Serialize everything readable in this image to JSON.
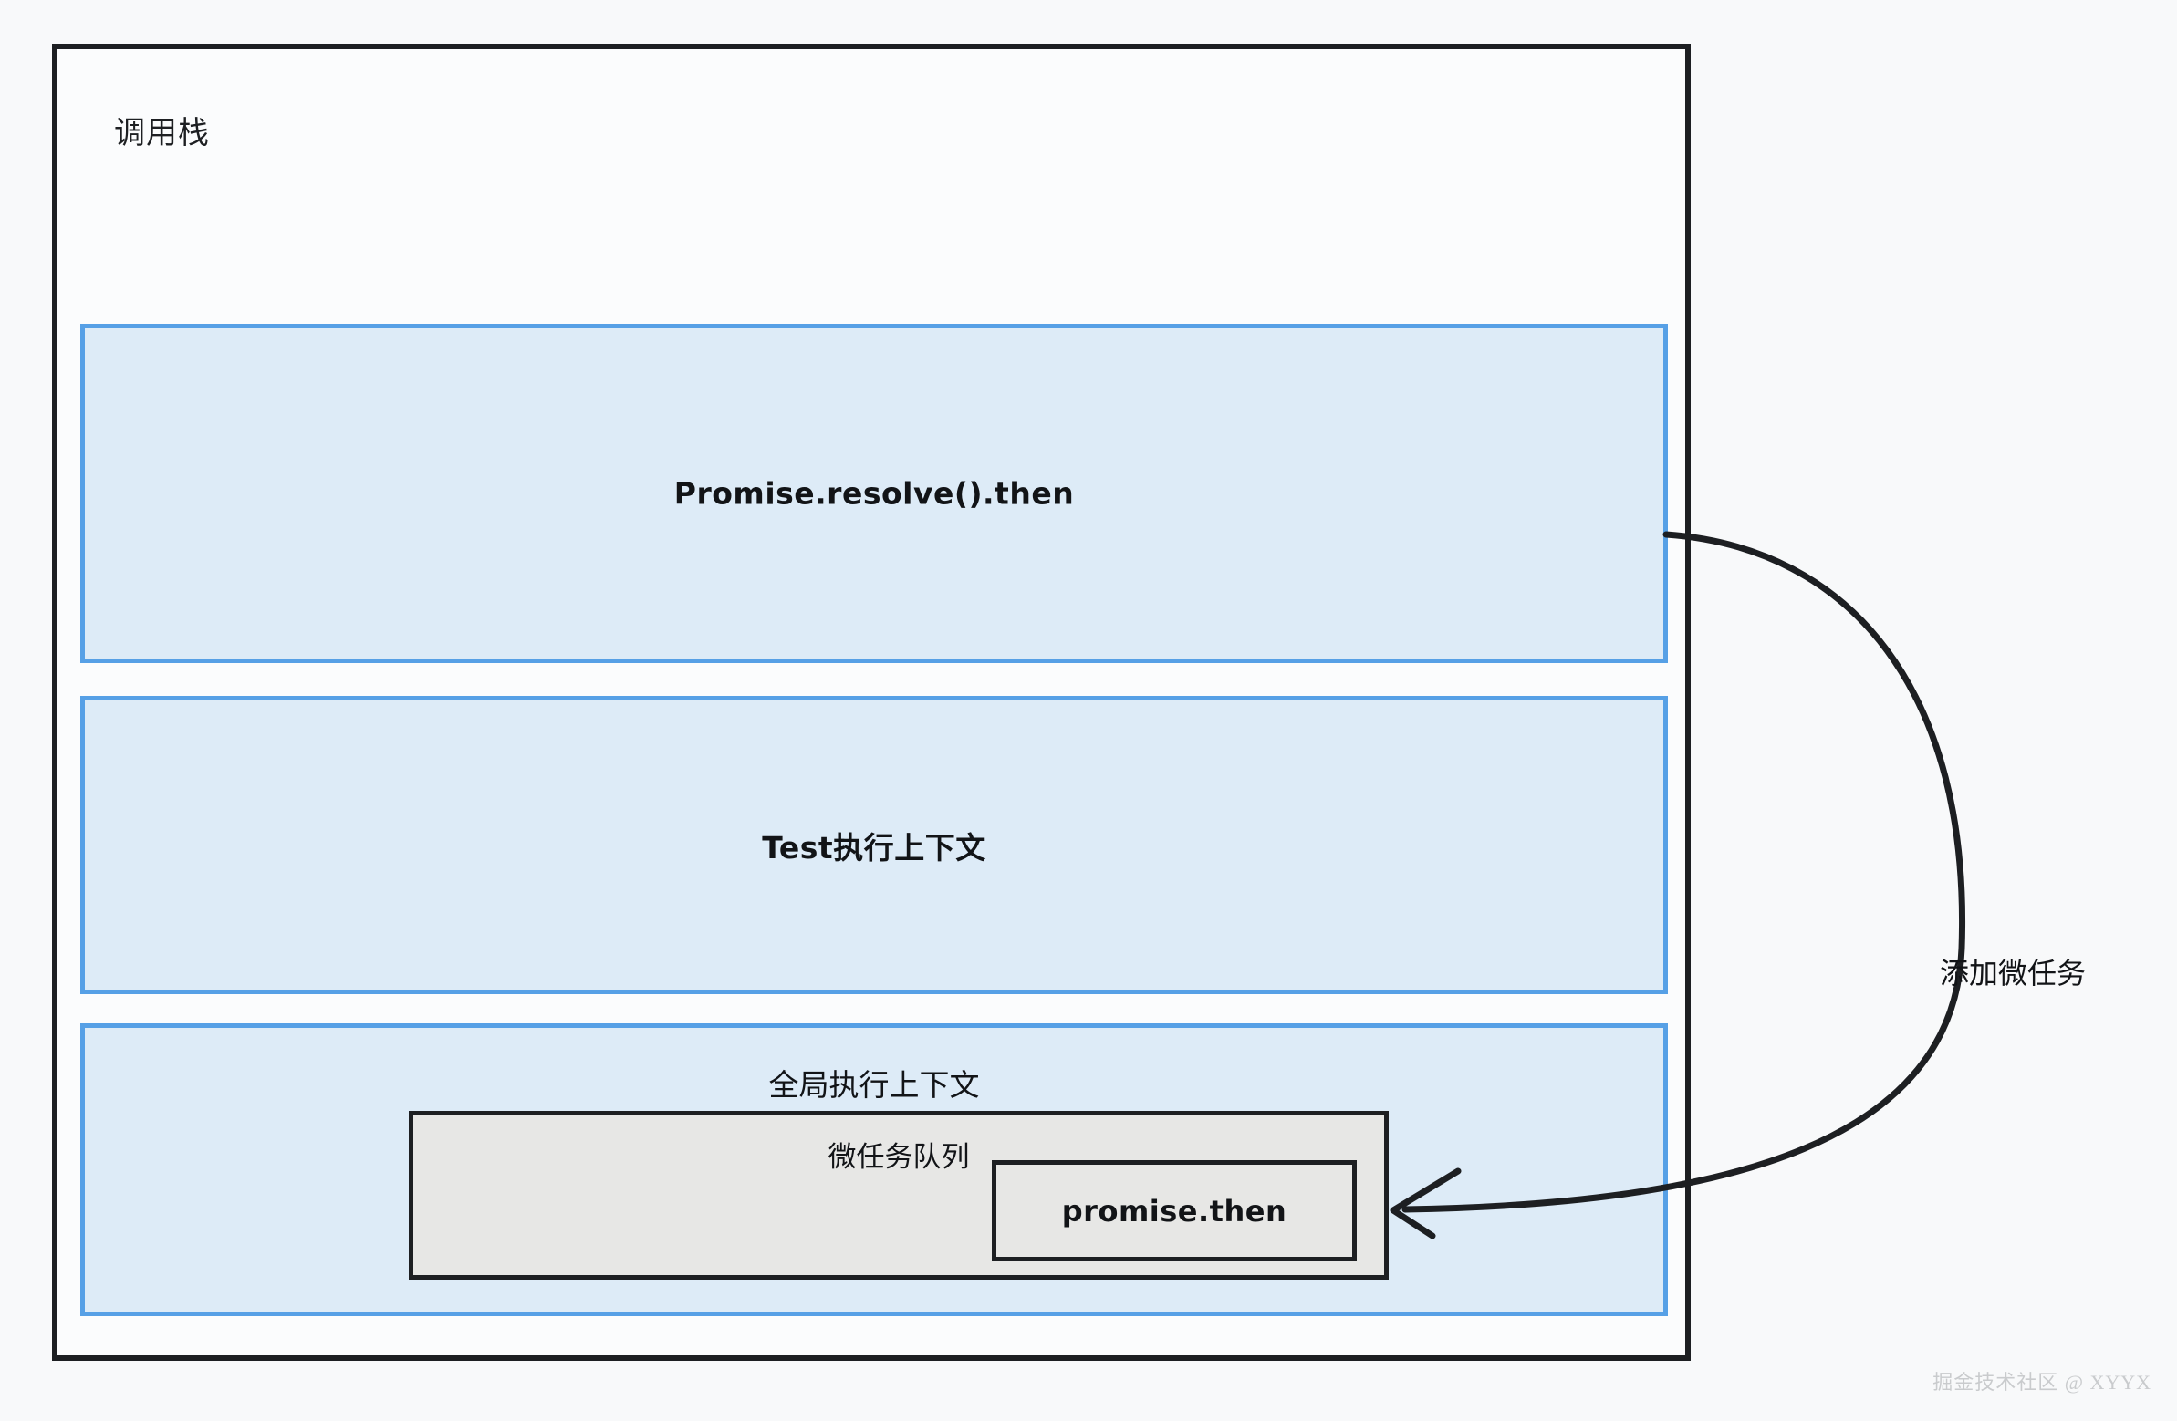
{
  "diagram": {
    "title": "调用栈",
    "contexts": [
      {
        "label": "Promise.resolve().then",
        "style": "mono",
        "align": "center"
      },
      {
        "label": "Test执行上下文",
        "style": "mono",
        "align": "center"
      },
      {
        "label": "全局执行上下文",
        "style": "plain",
        "align": "top"
      }
    ],
    "queue": {
      "label": "微任务队列",
      "items": [
        {
          "label": "promise.then"
        }
      ]
    },
    "annotation": {
      "label": "添加微任务",
      "arrow_from": "Promise.resolve().then",
      "arrow_to": "promise.then"
    },
    "watermark": "掘金技术社区 @ XYYX",
    "colors": {
      "frame_border": "#1d1f22",
      "canvas_bg": "#f8f9fa",
      "context_fill": "#ddebf7",
      "context_border": "#56a0e6",
      "queue_fill": "#e7e7e5",
      "queue_border": "#1d1f22",
      "text": "#121417",
      "watermark": "#c9cbcd"
    }
  }
}
